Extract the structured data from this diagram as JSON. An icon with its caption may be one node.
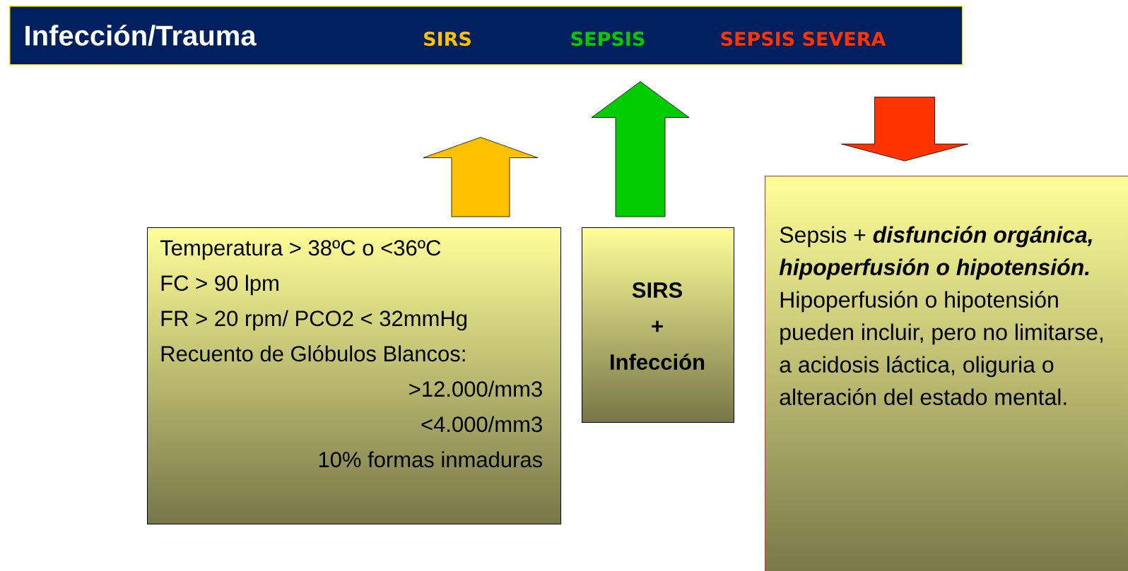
{
  "diagram": {
    "nodes": [
      {
        "text": [
          "Infección/Trauma",
          "SIRS",
          "SEPSIS",
          "SEPSIS SEVERA"
        ]
      },
      {
        "text": [
          "Temperatura > 38ºC o <36ºC",
          "FC > 90 lpm",
          "FR > 20 rpm/ PCO2 < 32mmHg",
          "Recuento de Glóbulos Blancos:",
          ">12.000/mm3",
          "<4.000/mm3",
          "10% formas inmaduras"
        ]
      },
      {
        "text": [
          "SIRS",
          "+",
          "Infección"
        ]
      },
      {
        "text": [
          "Sepsis + **disfunción orgánica, hipoperfusión o hipotensión.**",
          "Hipoperfusión o hipotensión pueden incluir, pero no limitarse, a acidosis láctica, oliguria o alteración del estado mental."
        ]
      }
    ],
    "edges": [
      {
        "from": 1,
        "to": 0,
        "arrow": "to",
        "color": "#ffc000"
      },
      {
        "from": 2,
        "to": 0,
        "arrow": "to",
        "color": "#00cc00"
      },
      {
        "from": 0,
        "to": 3,
        "arrow": "to",
        "color": "#ff3300"
      }
    ]
  }
}
